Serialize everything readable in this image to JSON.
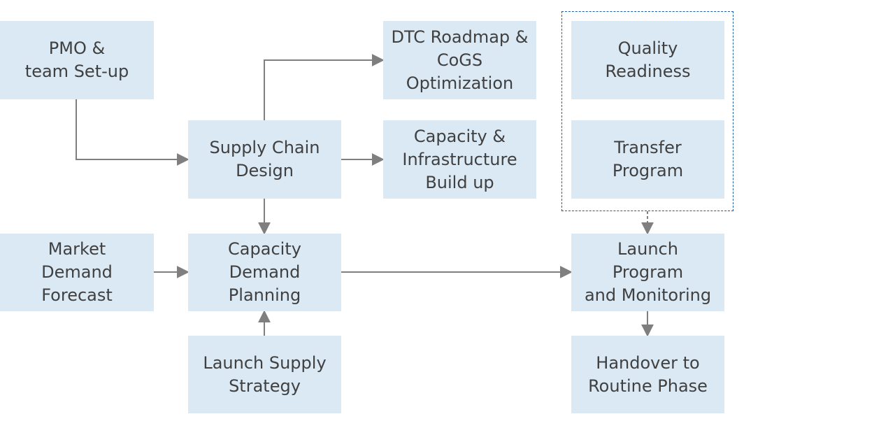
{
  "diagram": {
    "nodes": {
      "pmo": "PMO &\nteam Set-up",
      "supply_chain_design": "Supply Chain\nDesign",
      "dtc_roadmap": "DTC Roadmap &\nCoGS\nOptimization",
      "capacity_infrastructure": "Capacity &\nInfrastructure\nBuild up",
      "quality_readiness": "Quality\nReadiness",
      "transfer_program": "Transfer\nProgram",
      "market_demand": "Market\nDemand\nForecast",
      "capacity_demand": "Capacity\nDemand\nPlanning",
      "launch_program": "Launch\nProgram\nand Monitoring",
      "launch_supply": "Launch Supply\nStrategy",
      "handover": "Handover to\nRoutine Phase"
    },
    "colors": {
      "box_fill": "#dbe9f5",
      "text": "#404040",
      "connector": "#7f7f7f",
      "group_border": "#1f5fa8"
    }
  }
}
